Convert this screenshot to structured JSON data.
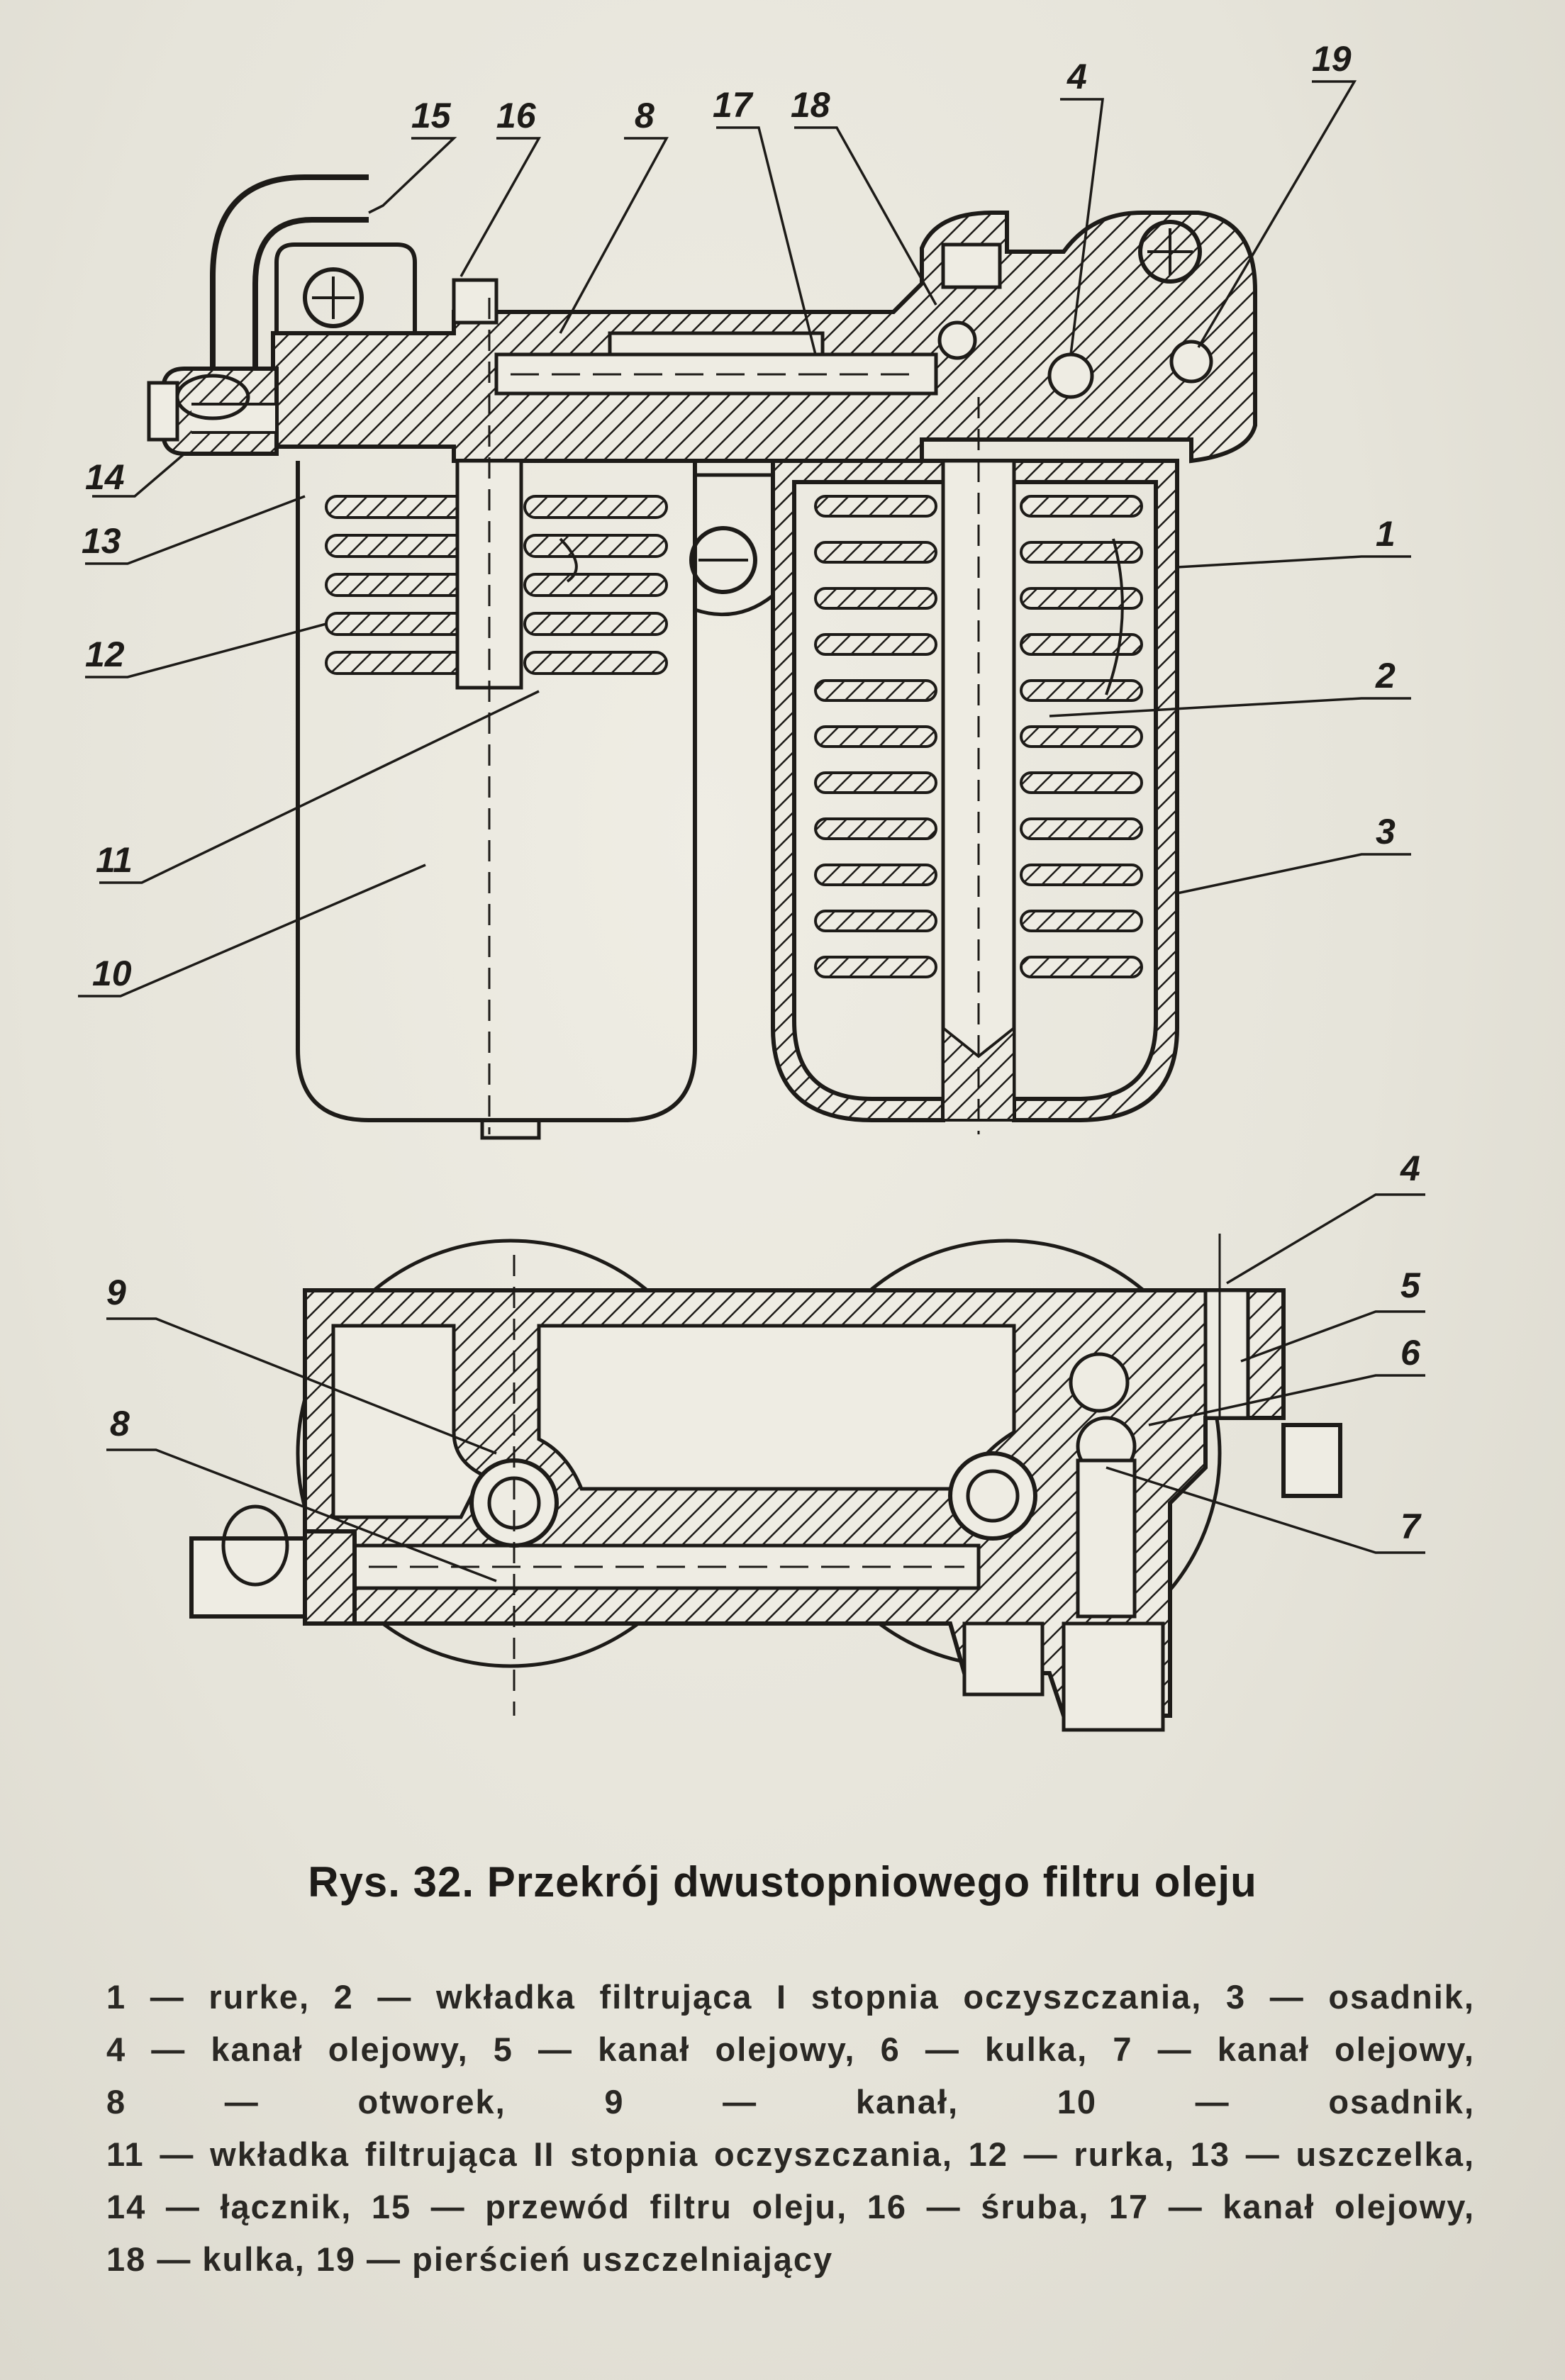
{
  "caption": "Rys. 32. Przekrój dwustopniowego filtru oleju",
  "callouts_top": [
    "15",
    "16",
    "8",
    "17",
    "18",
    "4",
    "19",
    "14",
    "13",
    "12",
    "11",
    "10",
    "1",
    "2",
    "3"
  ],
  "callouts_bottom": [
    "9",
    "8",
    "4",
    "5",
    "6",
    "7"
  ],
  "legend": [
    {
      "num": "1",
      "text": "rurke"
    },
    {
      "num": "2",
      "text": "wkładka filtrująca I stopnia oczyszczania"
    },
    {
      "num": "3",
      "text": "osadnik"
    },
    {
      "num": "4",
      "text": "kanał olejowy"
    },
    {
      "num": "5",
      "text": "kanał olejowy"
    },
    {
      "num": "6",
      "text": "kulka"
    },
    {
      "num": "7",
      "text": "kanał olejowy"
    },
    {
      "num": "8",
      "text": "otworek"
    },
    {
      "num": "9",
      "text": "kanał"
    },
    {
      "num": "10",
      "text": "osadnik"
    },
    {
      "num": "11",
      "text": "wkładka filtrująca II stopnia oczyszczania"
    },
    {
      "num": "12",
      "text": "rurka"
    },
    {
      "num": "13",
      "text": "uszczelka"
    },
    {
      "num": "14",
      "text": "łącznik"
    },
    {
      "num": "15",
      "text": "przewód filtru oleju"
    },
    {
      "num": "16",
      "text": "śruba"
    },
    {
      "num": "17",
      "text": "kanał olejowy"
    },
    {
      "num": "18",
      "text": "kulka"
    },
    {
      "num": "19",
      "text": "pierścień uszczelniający"
    }
  ]
}
